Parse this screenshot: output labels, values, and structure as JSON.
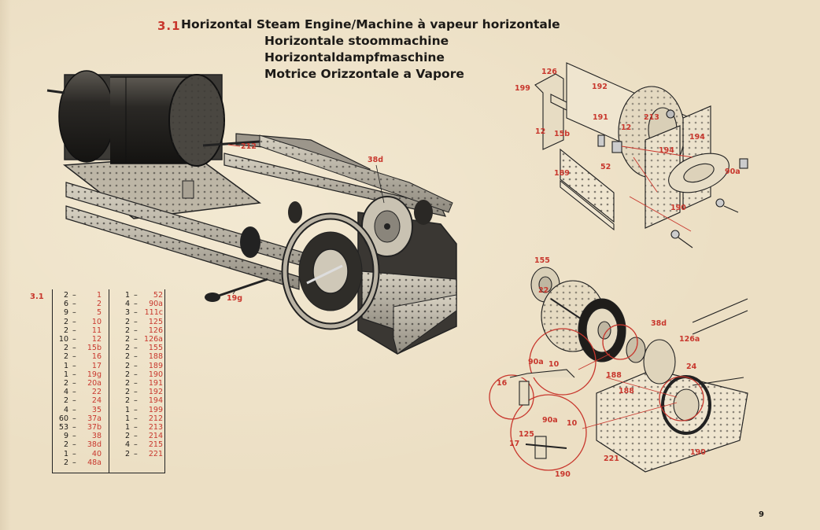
{
  "title": {
    "number": "3.1",
    "lines": [
      "Horizontal Steam Engine/Machine à vapeur horizontale",
      "Horizontale stoommachine",
      "Horizontaldampfmaschine",
      "Motrice Orizzontale a Vapore"
    ]
  },
  "parts_list": {
    "label": "3.1",
    "left": [
      {
        "qty": "2",
        "part": "1"
      },
      {
        "qty": "6",
        "part": "2"
      },
      {
        "qty": "9",
        "part": "5"
      },
      {
        "qty": "2",
        "part": "10"
      },
      {
        "qty": "2",
        "part": "11"
      },
      {
        "qty": "10",
        "part": "12"
      },
      {
        "qty": "2",
        "part": "15b"
      },
      {
        "qty": "2",
        "part": "16"
      },
      {
        "qty": "1",
        "part": "17"
      },
      {
        "qty": "1",
        "part": "19g"
      },
      {
        "qty": "2",
        "part": "20a"
      },
      {
        "qty": "4",
        "part": "22"
      },
      {
        "qty": "2",
        "part": "24"
      },
      {
        "qty": "4",
        "part": "35"
      },
      {
        "qty": "60",
        "part": "37a"
      },
      {
        "qty": "53",
        "part": "37b"
      },
      {
        "qty": "9",
        "part": "38"
      },
      {
        "qty": "2",
        "part": "38d"
      },
      {
        "qty": "1",
        "part": "40"
      },
      {
        "qty": "2",
        "part": "48a"
      }
    ],
    "right": [
      {
        "qty": "1",
        "part": "52"
      },
      {
        "qty": "4",
        "part": "90a"
      },
      {
        "qty": "3",
        "part": "111c"
      },
      {
        "qty": "2",
        "part": "125"
      },
      {
        "qty": "2",
        "part": "126"
      },
      {
        "qty": "2",
        "part": "126a"
      },
      {
        "qty": "2",
        "part": "155"
      },
      {
        "qty": "2",
        "part": "188"
      },
      {
        "qty": "2",
        "part": "189"
      },
      {
        "qty": "2",
        "part": "190"
      },
      {
        "qty": "2",
        "part": "191"
      },
      {
        "qty": "2",
        "part": "192"
      },
      {
        "qty": "2",
        "part": "194"
      },
      {
        "qty": "1",
        "part": "199"
      },
      {
        "qty": "1",
        "part": "212"
      },
      {
        "qty": "1",
        "part": "213"
      },
      {
        "qty": "2",
        "part": "214"
      },
      {
        "qty": "4",
        "part": "215"
      },
      {
        "qty": "2",
        "part": "221"
      }
    ]
  },
  "callouts": {
    "main_212": "212",
    "main_38d": "38d",
    "main_19g": "19g",
    "tr_126": "126",
    "tr_199": "199",
    "tr_192": "192",
    "tr_191": "191",
    "tr_213": "213",
    "tr_12a": "12",
    "tr_12b": "12",
    "tr_15b": "15b",
    "tr_194a": "194",
    "tr_194b": "194",
    "tr_189": "189",
    "tr_52": "52",
    "tr_90a": "90a",
    "tr_190": "190",
    "br_155": "155",
    "br_22": "22",
    "br_38d": "38d",
    "br_126a": "126a",
    "br_24": "24",
    "br_90a_top": "90a",
    "br_10_top": "10",
    "br_16": "16",
    "br_188a": "188",
    "br_188b": "188",
    "br_90a_bot": "90a",
    "br_10_bot": "10",
    "br_125": "125",
    "br_17": "17",
    "br_221": "221",
    "br_190a": "190",
    "br_190b": "190"
  },
  "page_number": "9",
  "colors": {
    "accent_red": "#c8372d",
    "ink": "#1c1a17",
    "paper": "#ecdfc4"
  }
}
